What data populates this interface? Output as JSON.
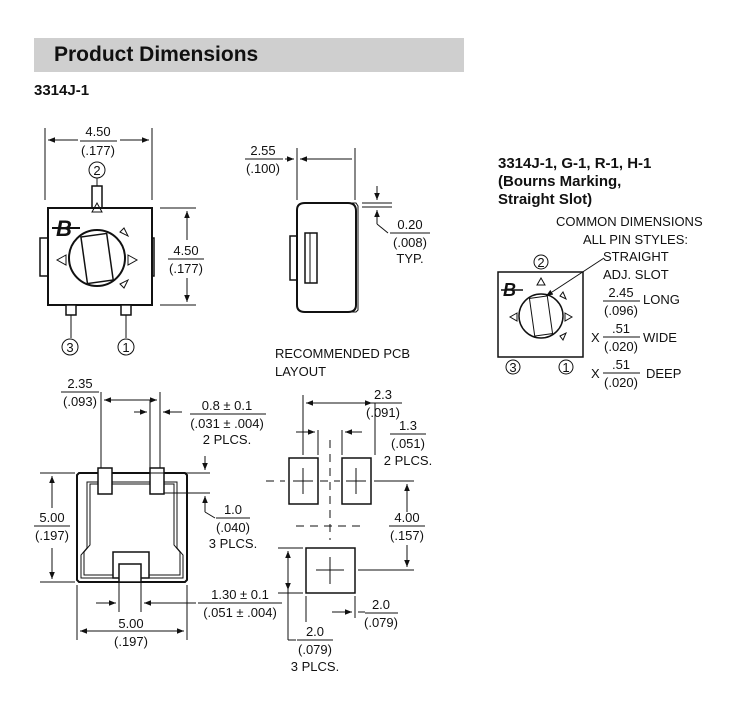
{
  "header": {
    "title": "Product Dimensions"
  },
  "part_number": "3314J-1",
  "variant": {
    "line1": "3314J-1, G-1, R-1, H-1",
    "line2": "(Bourns Marking,",
    "line3": "Straight Slot)"
  },
  "common": {
    "line1": "COMMON DIMENSIONS",
    "line2": "ALL PIN STYLES:",
    "straight": "STRAIGHT",
    "adj_slot": "ADJ. SLOT",
    "long_val": "2.45",
    "long_in": "(.096)",
    "long_label": "LONG",
    "wide_x": "X",
    "wide_val": ".51",
    "wide_in": "(.020)",
    "wide_label": "WIDE",
    "deep_x": "X",
    "deep_val": ".51",
    "deep_in": "(.020)",
    "deep_label": "DEEP"
  },
  "pins": {
    "p1": "1",
    "p2": "2",
    "p3": "3"
  },
  "top_view": {
    "width_mm": "4.50",
    "width_in": "(.177)",
    "height_mm": "4.50",
    "height_in": "(.177)"
  },
  "side_view": {
    "depth_mm": "2.55",
    "depth_in": "(.100)",
    "thick_mm": "0.20",
    "thick_in": "(.008)",
    "thick_note": "TYP."
  },
  "bottom_view": {
    "dim1_mm": "2.35",
    "dim1_in": "(.093)",
    "dim2_mm": "0.8 ± 0.1",
    "dim2_in": "(.031 ± .004)",
    "dim2_note": "2 PLCS.",
    "dim3_mm": "1.0",
    "dim3_in": "(.040)",
    "dim3_note": "3 PLCS.",
    "dim4_mm": "5.00",
    "dim4_in": "(.197)",
    "dim5_mm": "1.30 ± 0.1",
    "dim5_in": "(.051 ± .004)",
    "dim6_mm": "5.00",
    "dim6_in": "(.197)"
  },
  "pcb_layout": {
    "title1": "RECOMMENDED PCB",
    "title2": "LAYOUT",
    "dim1_mm": "2.3",
    "dim1_in": "(.091)",
    "dim2_mm": "1.3",
    "dim2_in": "(.051)",
    "dim2_note": "2 PLCS.",
    "dim3_mm": "4.00",
    "dim3_in": "(.157)",
    "dim4_mm": "2.0",
    "dim4_in": "(.079)",
    "dim5_mm": "2.0",
    "dim5_in": "(.079)",
    "dim5_note": "3 PLCS."
  }
}
